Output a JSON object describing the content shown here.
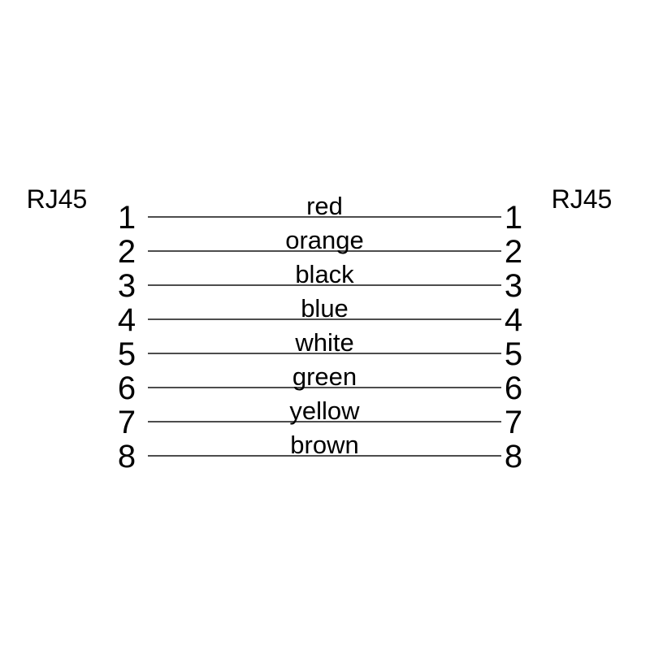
{
  "diagram": {
    "left_connector": {
      "label": "RJ45"
    },
    "right_connector": {
      "label": "RJ45"
    },
    "rows": [
      {
        "pin_left": "1",
        "wire_color": "red",
        "pin_right": "1"
      },
      {
        "pin_left": "2",
        "wire_color": "orange",
        "pin_right": "2"
      },
      {
        "pin_left": "3",
        "wire_color": "black",
        "pin_right": "3"
      },
      {
        "pin_left": "4",
        "wire_color": "blue",
        "pin_right": "4"
      },
      {
        "pin_left": "5",
        "wire_color": "white",
        "pin_right": "5"
      },
      {
        "pin_left": "6",
        "wire_color": "green",
        "pin_right": "6"
      },
      {
        "pin_left": "7",
        "wire_color": "yellow",
        "pin_right": "7"
      },
      {
        "pin_left": "8",
        "wire_color": "brown",
        "pin_right": "8"
      }
    ],
    "colors": {
      "line": "#4d4d4d",
      "text": "#000000",
      "background": "#ffffff"
    }
  }
}
